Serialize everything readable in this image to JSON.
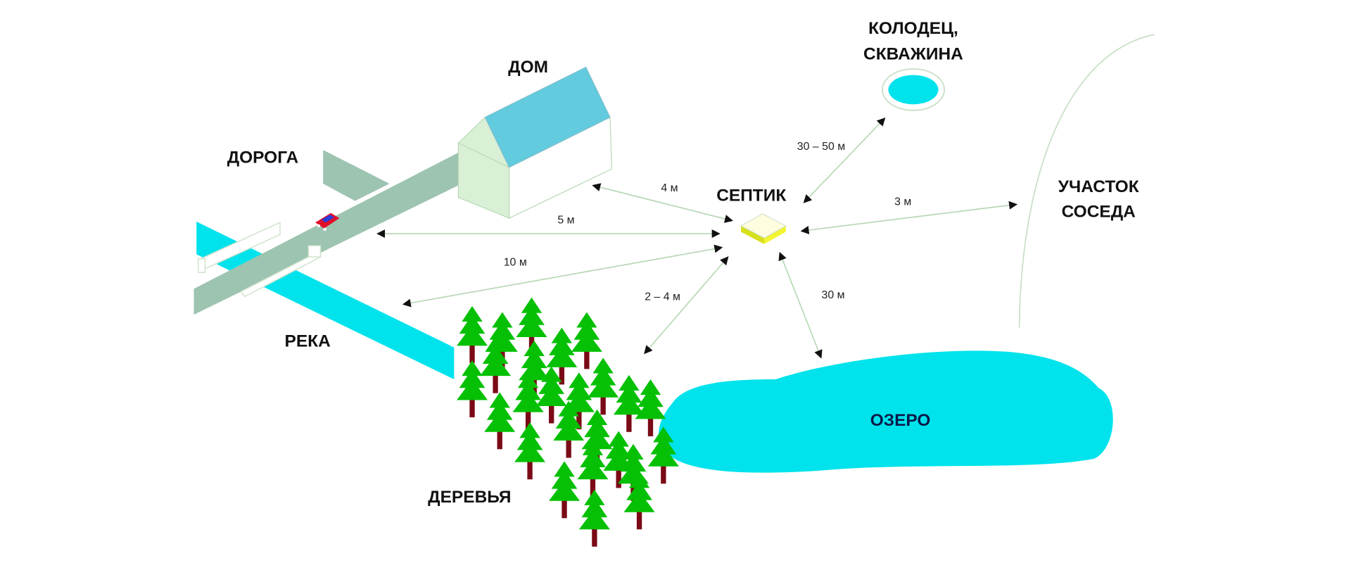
{
  "labels": {
    "house": "ДОМ",
    "road": "ДОРОГА",
    "septic": "СЕПТИК",
    "well_line1": "КОЛОДЕЦ,",
    "well_line2": "СКВАЖИНА",
    "neighbor_line1": "УЧАСТОК",
    "neighbor_line2": "СОСЕДА",
    "river": "РЕКА",
    "trees": "ДЕРЕВЬЯ",
    "lake": "ОЗЕРО"
  },
  "distances": {
    "septic_to_house": "4 м",
    "septic_to_road": "5 м",
    "septic_to_river": "10 м",
    "septic_to_trees": "2 – 4 м",
    "septic_to_lake": "30 м",
    "septic_to_well": "30 – 50 м",
    "septic_to_neighbor": "3 м"
  },
  "colors": {
    "water": "#00e3ec",
    "road": "#9dc4b0",
    "roof": "#62cbdd",
    "wall": "#d9f0d6",
    "tree": "#05c005",
    "trunk": "#7a0a16",
    "septic_top": "#fffde0",
    "septic_side": "#e8ee20",
    "arrow_line": "#b9d8b6",
    "lake_text": "#0a1a4a"
  }
}
